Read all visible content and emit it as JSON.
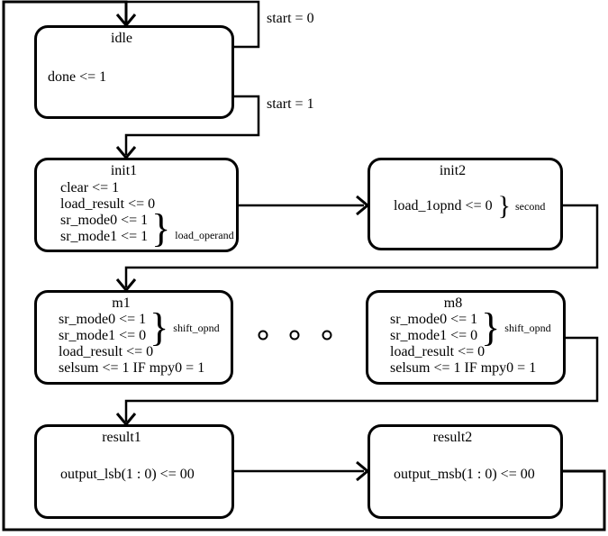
{
  "colors": {
    "line": "#000000",
    "background": "#ffffff"
  },
  "glyphs": {
    "brace": "}"
  },
  "transitions": {
    "self_loop_label": "start = 0",
    "start_label": "start = 1"
  },
  "states": {
    "idle": {
      "title": "idle",
      "actions": [
        "done <= 1"
      ]
    },
    "init1": {
      "title": "init1",
      "actions": [
        "clear <= 1",
        "load_result <= 0"
      ],
      "brace_actions": [
        "sr_mode0 <= 1",
        "sr_mode1 <= 1"
      ],
      "brace_label": "load_operand"
    },
    "init2": {
      "title": "init2",
      "brace_actions": [
        "load_1opnd <= 0"
      ],
      "brace_label": "second"
    },
    "m1": {
      "title": "m1",
      "brace_actions": [
        "sr_mode0 <= 1",
        "sr_mode1 <= 0"
      ],
      "brace_label": "shift_opnd",
      "actions": [
        "load_result <= 0",
        "selsum <= 1 IF mpy0 = 1"
      ]
    },
    "m8": {
      "title": "m8",
      "brace_actions": [
        "sr_mode0 <= 1",
        "sr_mode1 <= 0"
      ],
      "brace_label": "shift_opnd",
      "actions": [
        "load_result <= 0",
        "selsum <= 1 IF mpy0 = 1"
      ]
    },
    "result1": {
      "title": "result1",
      "actions": [
        "output_lsb(1 : 0) <= 00"
      ]
    },
    "result2": {
      "title": "result2",
      "actions": [
        "output_msb(1 : 0) <= 00"
      ]
    }
  }
}
